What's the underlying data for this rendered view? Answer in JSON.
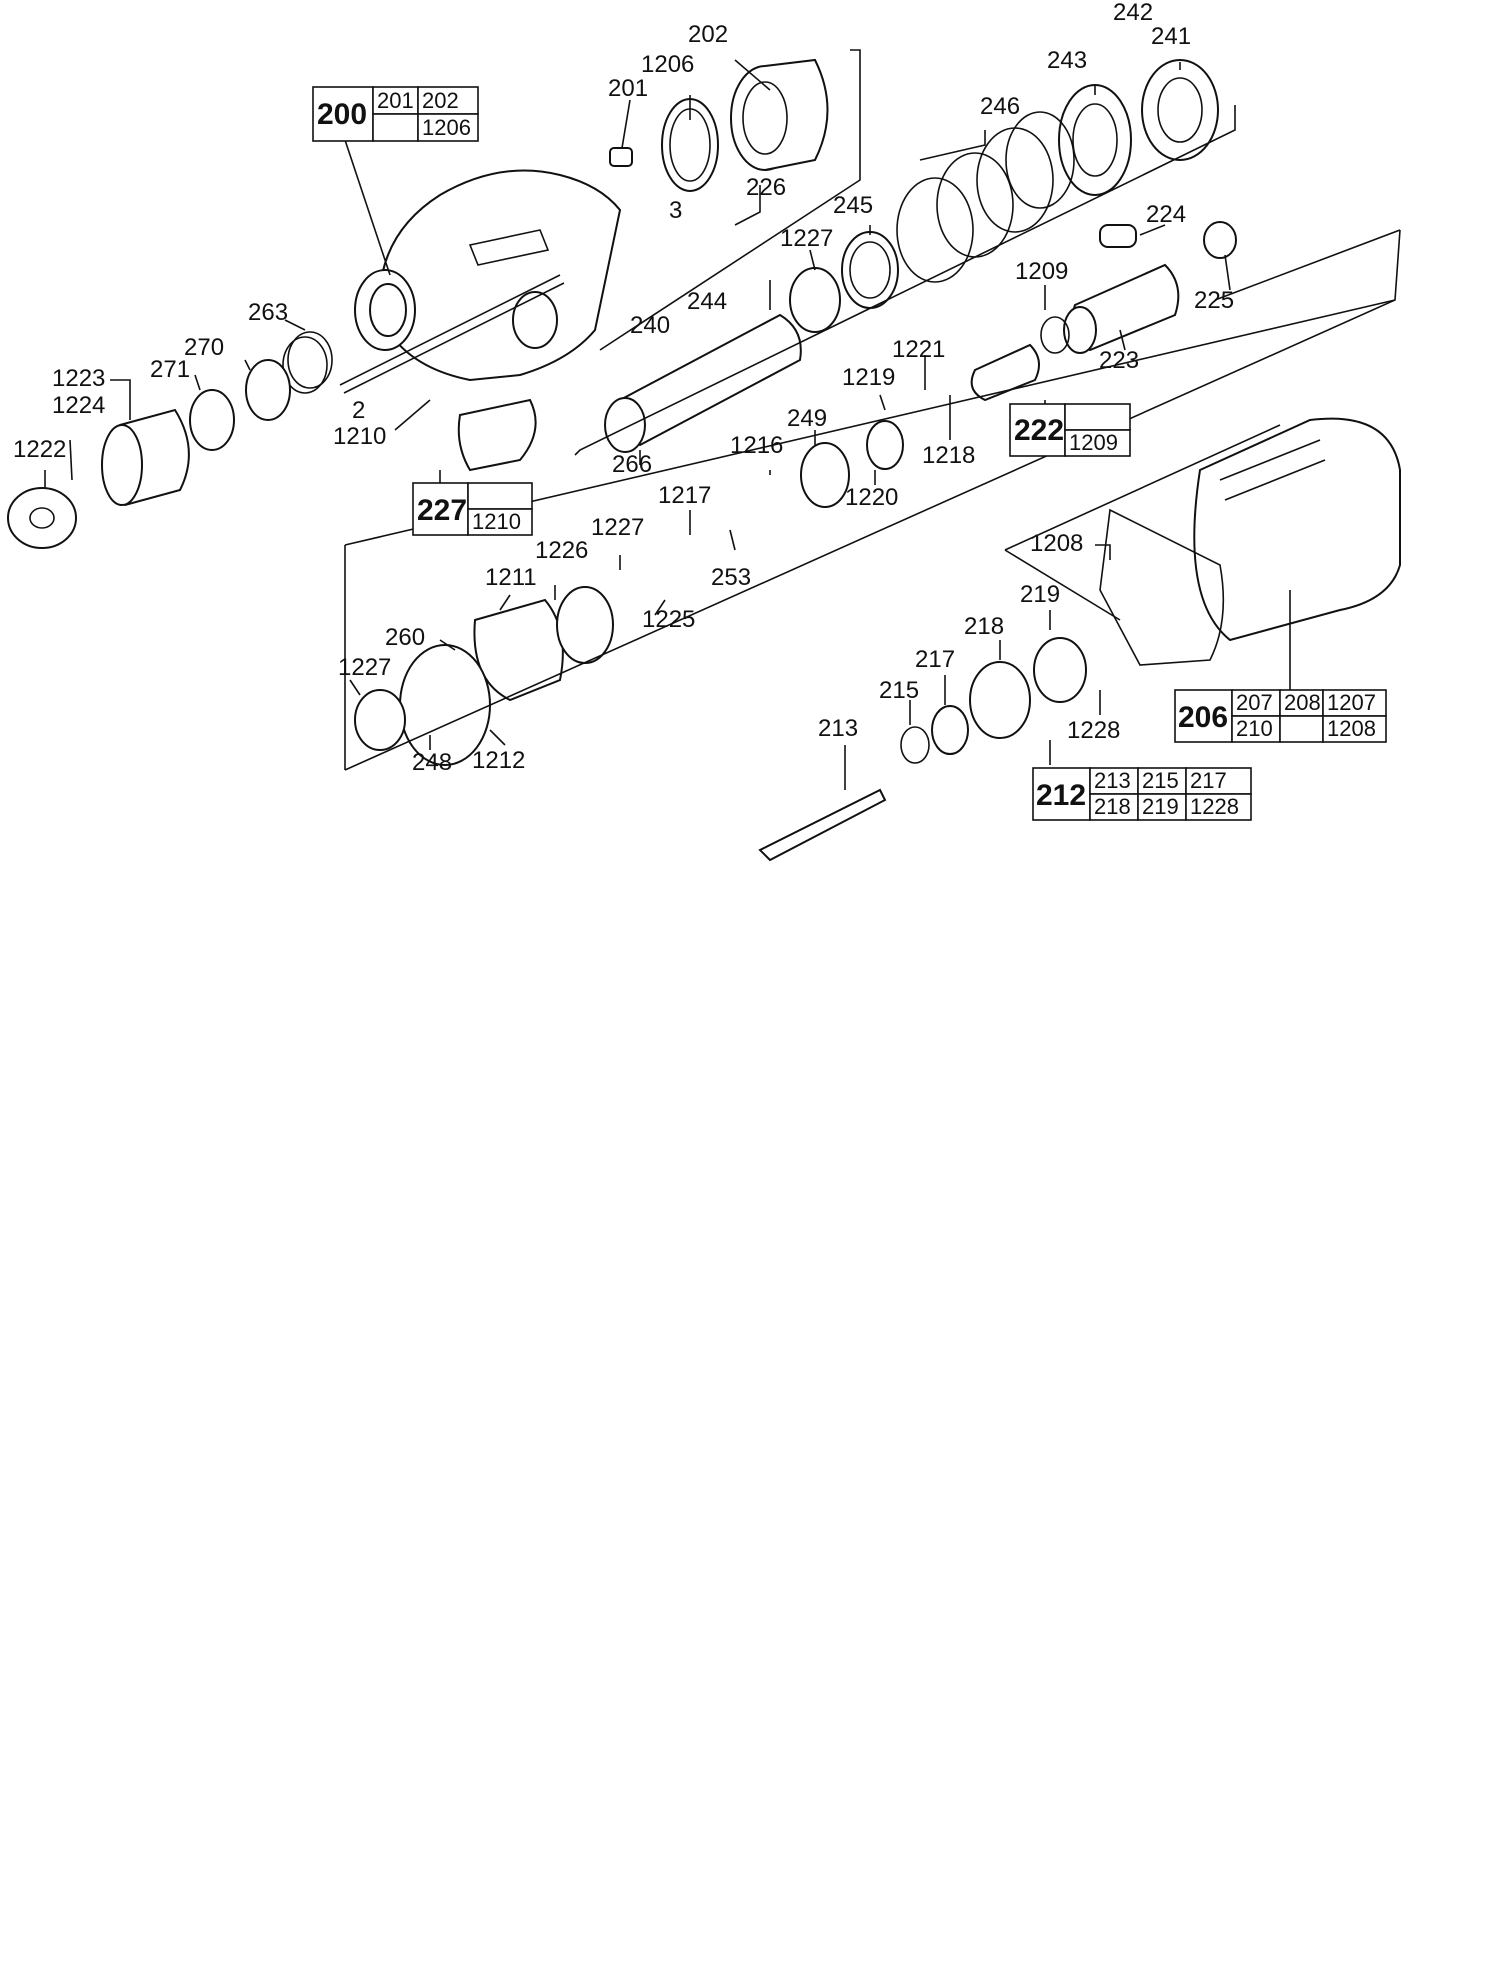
{
  "callouts": [
    "2",
    "3",
    "201",
    "202",
    "1206",
    "242",
    "241",
    "243",
    "246",
    "226",
    "245",
    "224",
    "1227",
    "1209",
    "225",
    "244",
    "240",
    "223",
    "263",
    "270",
    "271",
    "1223",
    "1224",
    "1222",
    "1210",
    "1221",
    "1219",
    "249",
    "1218",
    "1216",
    "1220",
    "266",
    "1217",
    "1227",
    "1226",
    "253",
    "1225",
    "1211",
    "1208",
    "260",
    "219",
    "218",
    "217",
    "215",
    "1228",
    "1227",
    "248",
    "1212",
    "213"
  ],
  "assemblies": [
    {
      "id": "200",
      "cells": [
        "201",
        "202",
        "",
        "1206"
      ]
    },
    {
      "id": "222",
      "cells": [
        "",
        "1209"
      ]
    },
    {
      "id": "227",
      "cells": [
        "",
        "1210"
      ]
    },
    {
      "id": "206",
      "cells": [
        "207",
        "208",
        "1207",
        "210",
        "",
        "1208"
      ]
    },
    {
      "id": "212",
      "cells": [
        "213",
        "215",
        "217",
        "218",
        "219",
        "1228"
      ]
    }
  ]
}
